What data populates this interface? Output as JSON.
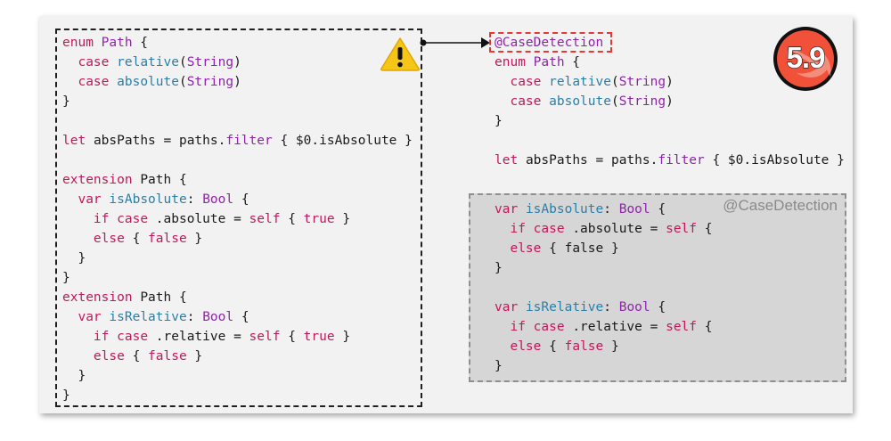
{
  "badge": {
    "version": "5.9"
  },
  "macro": {
    "label": "@CaseDetection"
  },
  "expansion": {
    "label": "@CaseDetection"
  },
  "icons": {
    "warning": "warning-triangle-icon",
    "swift": "swift-logo-icon",
    "arrow": "arrow-right-icon"
  },
  "colors": {
    "keyword": "#c2185b",
    "type": "#8e24aa",
    "function": "#2a7fa8",
    "warning": "#f5c518",
    "swift": "#f05138",
    "macro_border": "#e53935"
  },
  "code": {
    "enum_kw": "enum",
    "path_type": "Path",
    "case_kw": "case",
    "relative_fn": "relative",
    "absolute_fn": "absolute",
    "string_type": "String",
    "let_kw": "let",
    "abs_paths": "absPaths = paths.",
    "filter_fn": "filter",
    "closure": " { $0.isAbsolute }",
    "extension_kw": "extension",
    "var_kw": "var",
    "is_absolute": "isAbsolute",
    "is_relative": "isRelative",
    "bool_type": "Bool",
    "if_kw": "if",
    "absolute_case": " .absolute = ",
    "relative_case": " .relative = ",
    "self_kw": "self",
    "true_kw": "true",
    "false_kw": "false",
    "else_kw": "else"
  }
}
